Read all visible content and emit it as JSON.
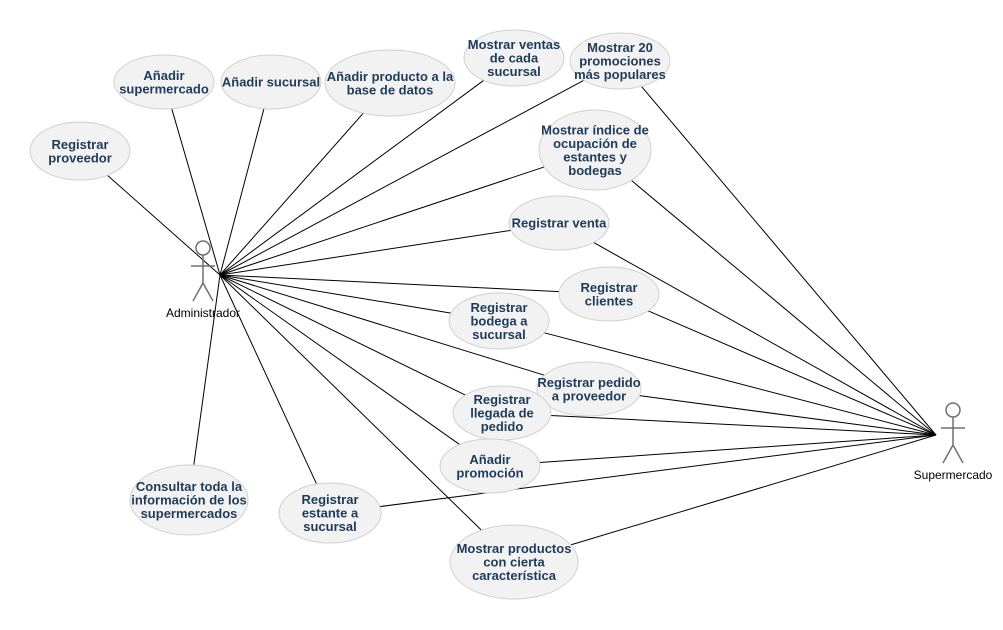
{
  "diagram": {
    "type": "use-case",
    "actors": [
      {
        "id": "admin",
        "label": "Administrador"
      },
      {
        "id": "super",
        "label": "Supermercado"
      }
    ],
    "use_cases": [
      {
        "id": "uc1",
        "lines": [
          "Registrar",
          "proveedor"
        ]
      },
      {
        "id": "uc2",
        "lines": [
          "Añadir",
          "supermercado"
        ]
      },
      {
        "id": "uc3",
        "lines": [
          "Añadir sucursal"
        ]
      },
      {
        "id": "uc4",
        "lines": [
          "Añadir producto a la",
          "base de datos"
        ]
      },
      {
        "id": "uc5",
        "lines": [
          "Mostrar ventas",
          "de cada",
          "sucursal"
        ]
      },
      {
        "id": "uc6",
        "lines": [
          "Mostrar 20",
          "promociones",
          "más populares"
        ]
      },
      {
        "id": "uc7",
        "lines": [
          "Mostrar índice de",
          "ocupación de",
          "estantes y",
          "bodegas"
        ]
      },
      {
        "id": "uc8",
        "lines": [
          "Registrar venta"
        ]
      },
      {
        "id": "uc9",
        "lines": [
          "Registrar",
          "clientes"
        ]
      },
      {
        "id": "uc10",
        "lines": [
          "Registrar",
          "bodega a",
          "sucursal"
        ]
      },
      {
        "id": "uc11",
        "lines": [
          "Registrar pedido",
          "a proveedor"
        ]
      },
      {
        "id": "uc12",
        "lines": [
          "Registrar",
          "llegada de",
          "pedido"
        ]
      },
      {
        "id": "uc13",
        "lines": [
          "Añadir",
          "promoción"
        ]
      },
      {
        "id": "uc14",
        "lines": [
          "Consultar toda la",
          "información de los",
          "supermercados"
        ]
      },
      {
        "id": "uc15",
        "lines": [
          "Registrar",
          "estante a",
          "sucursal"
        ]
      },
      {
        "id": "uc16",
        "lines": [
          "Mostrar productos",
          "con cierta",
          "característica"
        ]
      }
    ],
    "associations": [
      [
        "admin",
        "uc1"
      ],
      [
        "admin",
        "uc2"
      ],
      [
        "admin",
        "uc3"
      ],
      [
        "admin",
        "uc4"
      ],
      [
        "admin",
        "uc5"
      ],
      [
        "admin",
        "uc6"
      ],
      [
        "admin",
        "uc7"
      ],
      [
        "admin",
        "uc8"
      ],
      [
        "admin",
        "uc9"
      ],
      [
        "admin",
        "uc10"
      ],
      [
        "admin",
        "uc11"
      ],
      [
        "admin",
        "uc12"
      ],
      [
        "admin",
        "uc13"
      ],
      [
        "admin",
        "uc14"
      ],
      [
        "admin",
        "uc15"
      ],
      [
        "admin",
        "uc16"
      ],
      [
        "super",
        "uc6"
      ],
      [
        "super",
        "uc7"
      ],
      [
        "super",
        "uc8"
      ],
      [
        "super",
        "uc9"
      ],
      [
        "super",
        "uc10"
      ],
      [
        "super",
        "uc11"
      ],
      [
        "super",
        "uc12"
      ],
      [
        "super",
        "uc13"
      ],
      [
        "super",
        "uc15"
      ],
      [
        "super",
        "uc16"
      ]
    ]
  }
}
